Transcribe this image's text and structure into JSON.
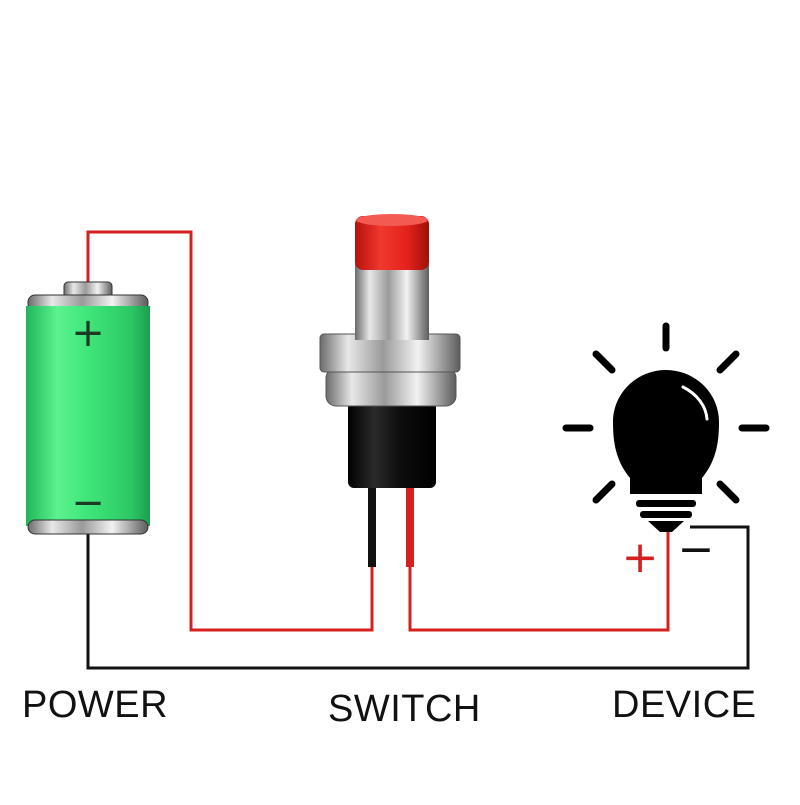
{
  "labels": {
    "power": "POWER",
    "switch": "SWITCH",
    "device": "DEVICE"
  },
  "battery": {
    "positive_symbol": "+",
    "negative_symbol": "−"
  },
  "device": {
    "positive_symbol": "+",
    "negative_symbol": "−"
  },
  "colors": {
    "wire_positive": "#d62020",
    "wire_negative": "#111111",
    "battery_body": "#3fe67a",
    "switch_cap": "#e4231b",
    "switch_body": "#111111",
    "bulb": "#000000"
  }
}
